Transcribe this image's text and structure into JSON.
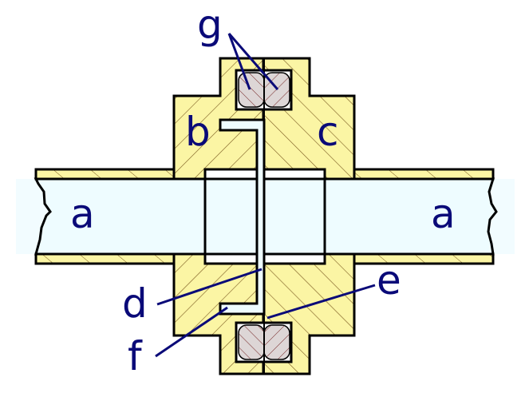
{
  "labels": {
    "pipe_left": "a",
    "pipe_right": "a",
    "flange_left": "b",
    "flange_right": "c",
    "gasket": "d",
    "contact": "e",
    "lip": "f",
    "seal_rings": "g"
  },
  "colors": {
    "metal": "#fbf5a4",
    "bore": "#eefcff",
    "ring": "#ddd6d6",
    "hatch": "#7a5a20",
    "ring_hatch": "#7a3030",
    "outline": "#000000",
    "label": "#0a0a78"
  }
}
